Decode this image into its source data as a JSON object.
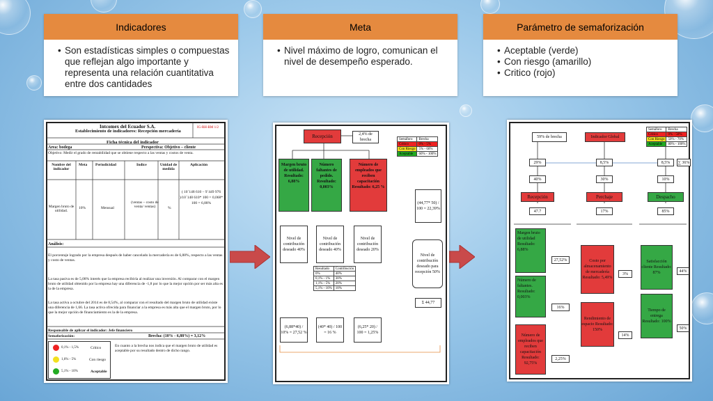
{
  "cards": [
    {
      "title": "Indicadores",
      "items": [
        "Son estadísticas simples o compuestas que reflejan algo importante y representa una relación cuantitativa entre dos cantidades"
      ]
    },
    {
      "title": "Meta",
      "items": [
        "Nivel máximo de logro, comunican el nivel de desempeño esperado."
      ]
    },
    {
      "title": "Parámetro de semaforización",
      "items": [
        "Aceptable (verde)",
        "Con riesgo (amarillo)",
        "Critico (rojo)"
      ]
    }
  ],
  "ficha": {
    "title1": "Intcomex del Ecuador S.A.",
    "title2": "Establecimiento de indicadores: Recepción mercadería",
    "code": "IG-RH-BM 1/2",
    "subtitle": "Ficha técnica del indicador",
    "area": "Area: bodega",
    "perspectiva": "Perspectiva: Objetivo – cliente",
    "objetivo": "Objetivo: Medir el grado de rentabilidad que se obtiene respecto a las ventas y costos de venta.",
    "headers": [
      "Nombre del indicador",
      "Meta",
      "Periodicidad",
      "Indice",
      "Unidad de medida",
      "Aplicación"
    ],
    "row": [
      "Margen bruto de utilidad.",
      "10%",
      "Mensual",
      "(ventas – costo de venta/ ventas)",
      "%",
      "( 10´148 610 – 9´449 976 )/10´148 610* 100 = 0,068* 100 = 6,88%"
    ],
    "analisis": "Análisis:",
    "p1": "El porcentaje logrado por la empresa después de haber cancelado la mercadería es de 6,88%, respecto a las ventas y costo de ventas.",
    "p2": "La tasa pasiva es de 5,08% interés que la empresa recibiría al realizar una inversión. Al comparar con el margen bruto de utilidad obtenido por la empresa hay una diferencia de -1,8 por lo que la mejor opción por ser más alta es la de la empresa.",
    "p3": "La tasa activa a octubre del 2014 es de 8,54%, al comparar con el resultado del margen bruto de utilidad existe una diferencia de 1,66. La tasa activa ofrecida para financiar a la empresa es más alta que el margen bruto, por lo que la mejor opción de financiamiento es la de la empresa.",
    "responsable": "Responsable de aplicar el indicador: Jefe financiero",
    "semaforizacion": "Semaforización:",
    "brecha": "Brecha: (10% - 6,88%) = 3,12%",
    "sem": [
      [
        "0,1% - 1,5%",
        "Crítico"
      ],
      [
        "1,6% - 5%",
        "Con riesgo"
      ],
      [
        "5,1% - 10%",
        "Aceptable"
      ]
    ],
    "comentario": "En cuanto a la brecha nos indica que el margen bruto de utilidad es aceptable por su resultado dentro de dicho rango."
  },
  "diagram2": {
    "root": "Recepción",
    "brecha": "2,4% de brecha",
    "legend": [
      [
        "Semáforo",
        "Brecha"
      ],
      [
        "Crítico",
        "0% - 5%"
      ],
      [
        "Con Riesgo",
        "5% - 60%"
      ],
      [
        "Aceptable",
        "60% - 100%"
      ]
    ],
    "kpis": [
      "Margen bruto de utilidad. Resultado: 6,88%",
      "Número faltantes de pedido. Resultado: 0,003%",
      "Número de empleados que reciben capacitación Resultado: 6,25 %"
    ],
    "contrib": [
      "Nivel de contribución deseado 40%",
      "Nivel de contribución deseado 40%",
      "Nivel de contribución deseado 20%"
    ],
    "calc": [
      "(44,77* 50) / 100 = 22,39%",
      "Nivel de contribución deseado para recepción 50%",
      "Σ 44,77"
    ],
    "results": [
      "(6,88*40) / 10% = 27,52 %",
      "(40* 40) / 100 = 16 %",
      "(6,25* 20) / 100 = 1,25%"
    ],
    "mini": [
      [
        "Resultado",
        "Contribución"
      ],
      [
        "0%",
        "40%"
      ],
      [
        "0,1% - 1%",
        "30%"
      ],
      [
        "1,1% - 5%",
        "20%"
      ],
      [
        "5,1% - 10%",
        "10%"
      ]
    ]
  },
  "diagram3": {
    "brecha": "59% de brecha",
    "global": "Indicador Global",
    "sum": "∑ 36%",
    "legend": [
      [
        "Semáforo",
        "Brecha"
      ],
      [
        "Critico",
        "0% - 50%"
      ],
      [
        "Con Riesgo",
        "50% - 70%"
      ],
      [
        "Aceptable",
        "80% - 100%"
      ]
    ],
    "top": [
      "29%",
      "8,5%",
      "8,5%"
    ],
    "contrib": [
      "40%",
      "30%",
      "10%"
    ],
    "areas": [
      "Recepción",
      "Perchaje",
      "Despacho"
    ],
    "vals": [
      "47.7",
      "17%",
      "85%"
    ],
    "col1": [
      "Margen bruto de utilidad Resultado: 6,88%",
      "Número de faltantes. Resultado: 0,003%",
      "Número de empleados que reciben capacitación Resultado: 92,75%"
    ],
    "col1v": [
      "27,52%",
      "16%",
      "2,25%"
    ],
    "col2": [
      "Costo por almacenamiento de mercadería Resultado: 5,49%",
      "Rendimiento de espacio Resultado: 150%"
    ],
    "col2v": [
      "3%",
      "14%"
    ],
    "col3": [
      "Satisfacción cliente Resultado: 87%",
      "Tiempo de entrega Resultado: 100%"
    ],
    "col3v": [
      "44%",
      "50%"
    ]
  }
}
